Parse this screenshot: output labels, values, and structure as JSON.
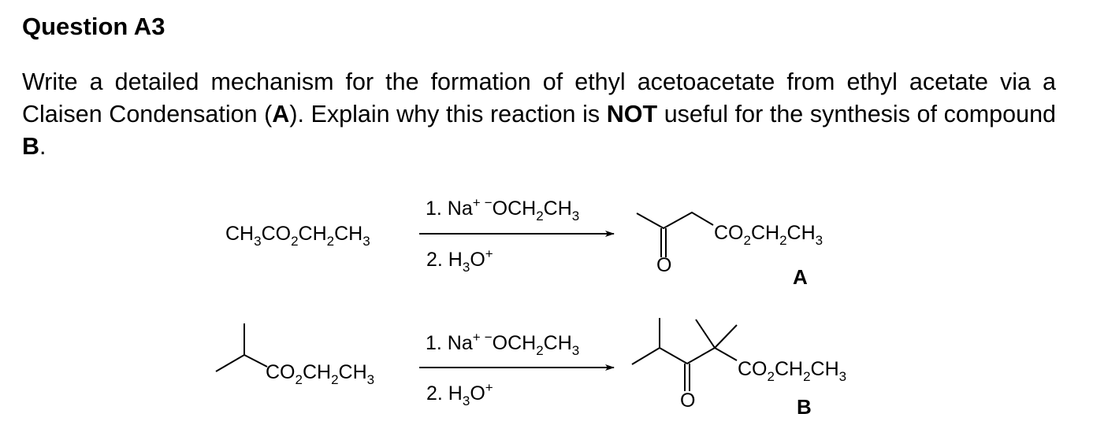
{
  "question": {
    "title": "Question A3",
    "para_1": "Write a detailed mechanism for the formation of ethyl acetoacetate from ethyl acetate via a Claisen Condensation (",
    "para_A": "A",
    "para_2": "). Explain why this reaction is ",
    "para_NOT": "NOT",
    "para_3": " useful for the synthesis of compound ",
    "para_B": "B",
    "para_4": "."
  },
  "reaction_1": {
    "reactant_parts": [
      "CH",
      "3",
      "CO",
      "2",
      "CH",
      "2",
      "CH",
      "3"
    ],
    "reagent_1": {
      "prefix": "1. Na",
      "sup1": "+",
      "sup2": "−",
      "rest": [
        "OCH",
        "2",
        "CH",
        "3"
      ]
    },
    "reagent_2": {
      "prefix": "2.  H",
      "sub": "3",
      "mid": "O",
      "sup": "+"
    },
    "product_ester": [
      "CO",
      "2",
      "CH",
      "2",
      "CH",
      "3"
    ],
    "product_oxygen": "O",
    "product_label": "A"
  },
  "reaction_2": {
    "reactant_ester": [
      "CO",
      "2",
      "CH",
      "2",
      "CH",
      "3"
    ],
    "reagent_1": {
      "prefix": "1. Na",
      "sup1": "+",
      "sup2": "−",
      "rest": [
        "OCH",
        "2",
        "CH",
        "3"
      ]
    },
    "reagent_2": {
      "prefix": "2.  H",
      "sub": "3",
      "mid": "O",
      "sup": "+"
    },
    "product_ester": [
      "CO",
      "2",
      "CH",
      "2",
      "CH",
      "3"
    ],
    "product_oxygen": "O",
    "product_label": "B"
  }
}
